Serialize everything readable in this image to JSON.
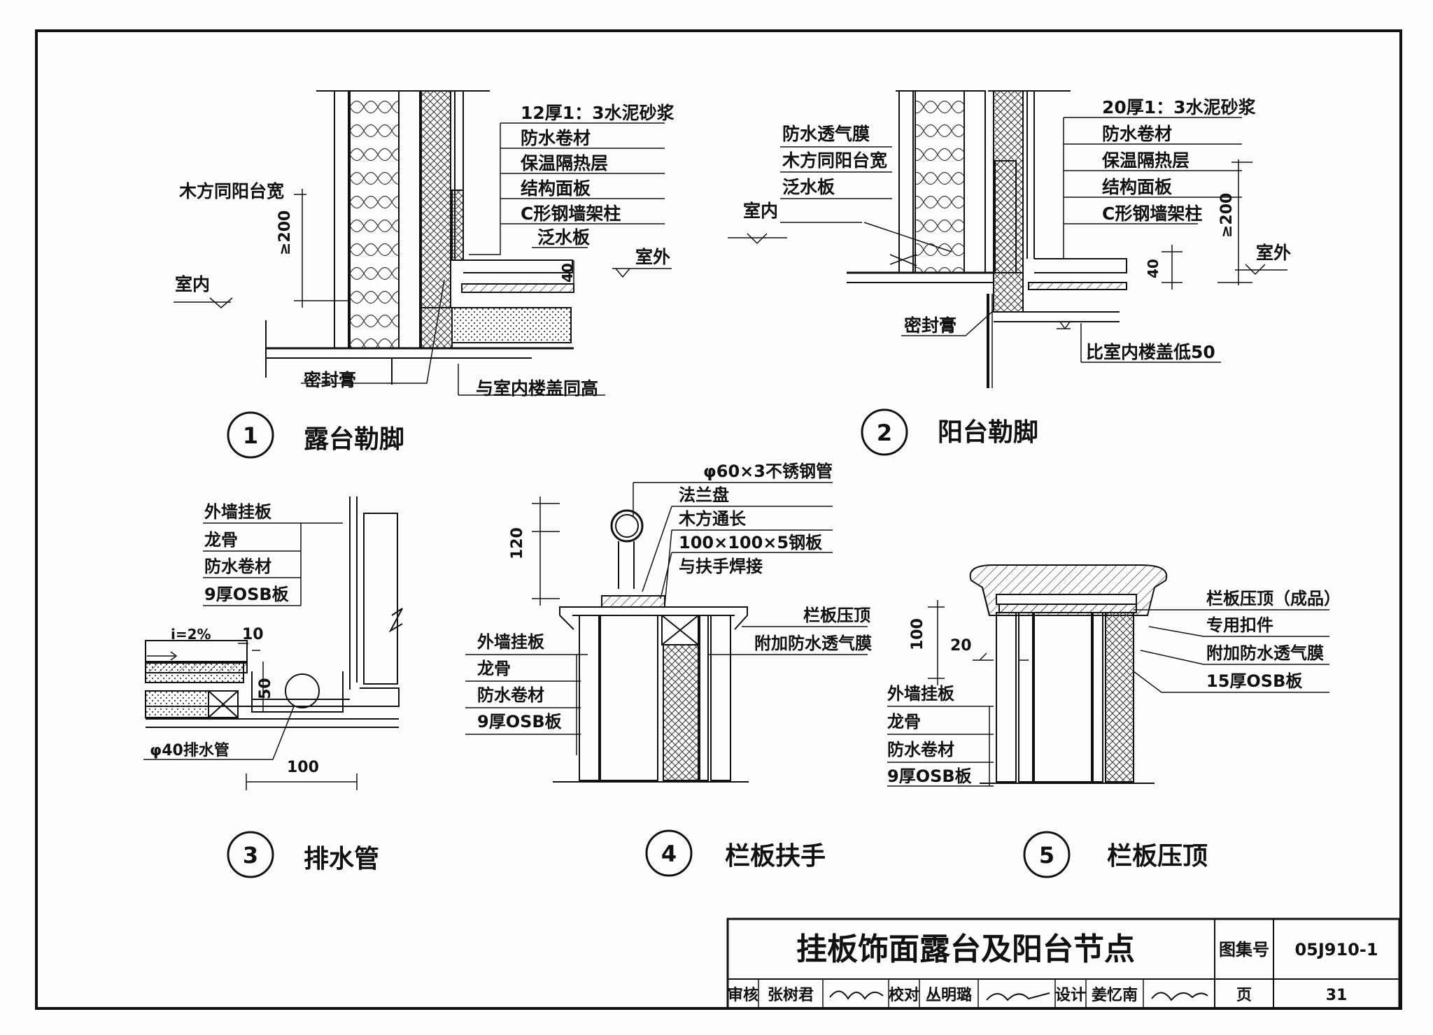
{
  "details": [
    {
      "number": "1",
      "title": "露台勒脚",
      "labels": {
        "l1": "12厚1：3水泥砂浆",
        "l2": "防水卷材",
        "l3": "保温隔热层",
        "l4": "结构面板",
        "l5": "C形钢墙架柱",
        "l6": "泛水板",
        "left": "木方同阳台宽",
        "indoor": "室内",
        "outdoor": "室外",
        "seal": "密封膏",
        "bottom": "与室内楼盖同高",
        "dim_200": "≥200",
        "dim_40": "40"
      }
    },
    {
      "number": "2",
      "title": "阳台勒脚",
      "labels": {
        "l1": "20厚1：3水泥砂浆",
        "l2": "防水卷材",
        "l3": "保温隔热层",
        "l4": "结构面板",
        "l5": "C形钢墙架柱",
        "left1": "防水透气膜",
        "left2": "木方同阳台宽",
        "left3": "泛水板",
        "indoor": "室内",
        "outdoor": "室外",
        "seal": "密封膏",
        "bottom": "比室内楼盖低50",
        "dim_200": "≥200",
        "dim_40": "40"
      }
    },
    {
      "number": "3",
      "title": "排水管",
      "labels": {
        "l1": "外墙挂板",
        "l2": "龙骨",
        "l3": "防水卷材",
        "l4": "9厚OSB板",
        "slope": "i=2%",
        "dim_10": "10",
        "dim_50": "50",
        "dim_100": "100",
        "pipe": "φ40排水管"
      }
    },
    {
      "number": "4",
      "title": "栏板扶手",
      "labels": {
        "r1": "φ60×3不锈钢管",
        "r2": "法兰盘",
        "r3": "木方通长",
        "r4": "100×100×5钢板",
        "r5": "与扶手焊接",
        "r6": "栏板压顶",
        "r7": "附加防水透气膜",
        "l1": "外墙挂板",
        "l2": "龙骨",
        "l3": "防水卷材",
        "l4": "9厚OSB板",
        "dim_120": "120"
      }
    },
    {
      "number": "5",
      "title": "栏板压顶",
      "labels": {
        "r1": "栏板压顶（成品）",
        "r2": "专用扣件",
        "r3": "附加防水透气膜",
        "r4": "15厚OSB板",
        "l1": "外墙挂板",
        "l2": "龙骨",
        "l3": "防水卷材",
        "l4": "9厚OSB板",
        "dim_100": "100",
        "dim_20": "20"
      }
    }
  ],
  "title_block": {
    "title": "挂板饰面露台及阳台节点",
    "atlas_label": "图集号",
    "atlas_no": "05J910-1",
    "review_label": "审核",
    "reviewer": "张树君",
    "check_label": "校对",
    "checker": "丛明璐",
    "design_label": "设计",
    "designer": "姜忆南",
    "page_label": "页",
    "page_no": "31"
  }
}
